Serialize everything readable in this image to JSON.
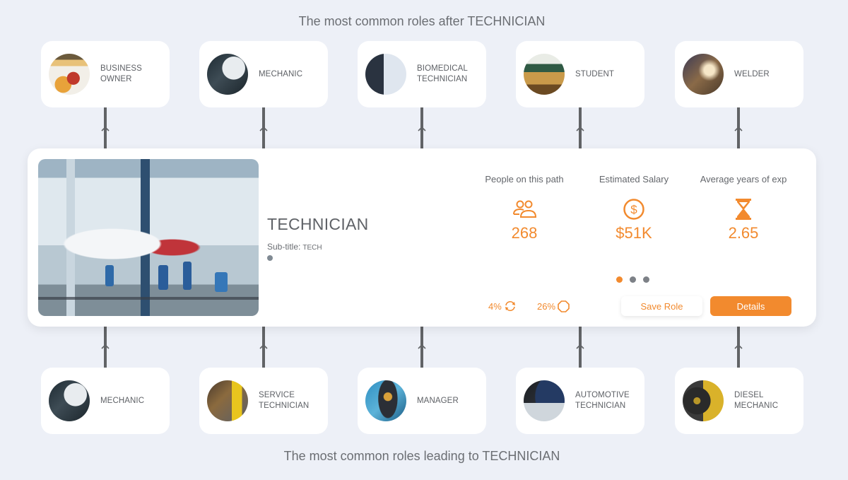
{
  "titles": {
    "after": "The most common roles after TECHNICIAN",
    "leading": "The most common roles leading to TECHNICIAN"
  },
  "roles_after": [
    {
      "label": "BUSINESS OWNER",
      "image": "business-owner-photo"
    },
    {
      "label": "MECHANIC",
      "image": "mechanic-photo"
    },
    {
      "label": "BIOMEDICAL TECHNICIAN",
      "image": "biomedical-technician-photo"
    },
    {
      "label": "STUDENT",
      "image": "student-photo"
    },
    {
      "label": "WELDER",
      "image": "welder-photo"
    }
  ],
  "roles_leading": [
    {
      "label": "MECHANIC",
      "image": "mechanic-photo"
    },
    {
      "label": "SERVICE TECHNICIAN",
      "image": "service-technician-photo"
    },
    {
      "label": "MANAGER",
      "image": "manager-photo"
    },
    {
      "label": "AUTOMOTIVE TECHNICIAN",
      "image": "automotive-technician-photo"
    },
    {
      "label": "DIESEL MECHANIC",
      "image": "diesel-mechanic-photo"
    }
  ],
  "main": {
    "title": "TECHNICIAN",
    "subtitle_label": "Sub-title:",
    "subtitle_value": "TECH",
    "image": "auto-repair-workshop-photo",
    "stats": [
      {
        "label": "People on this path",
        "icon": "people-icon",
        "value": "268"
      },
      {
        "label": "Estimated Salary",
        "icon": "dollar-circle-icon",
        "value": "$51K"
      },
      {
        "label": "Average years of exp",
        "icon": "hourglass-icon",
        "value": "2.65"
      }
    ],
    "carousel": {
      "count": 3,
      "active": 0
    },
    "mini_stats": [
      {
        "value": "4%",
        "icon": "refresh-icon"
      },
      {
        "value": "26%",
        "icon": "octagon-icon"
      }
    ],
    "buttons": {
      "save": "Save Role",
      "details": "Details"
    }
  },
  "colors": {
    "accent": "#f28a2e",
    "background": "#edf0f7",
    "card": "#ffffff",
    "connector": "#616366"
  }
}
